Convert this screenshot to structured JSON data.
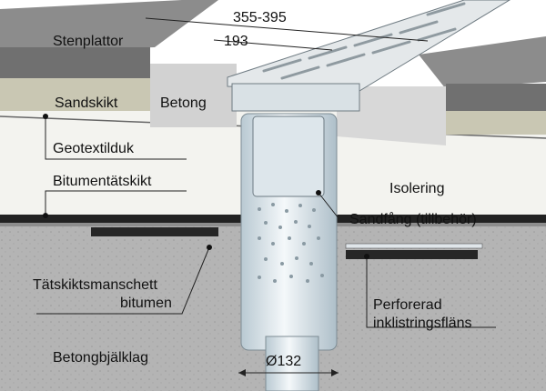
{
  "dimensions": {
    "width_range": "355-395",
    "inner_width": "193",
    "pipe_diameter": "Ø132"
  },
  "labels": {
    "stenplattor": "Stenplattor",
    "sandskikt": "Sandskikt",
    "betong": "Betong",
    "geotextilduk": "Geotextilduk",
    "bitumentatskikt": "Bitumentätskikt",
    "isolering": "Isolering",
    "sandfang": "Sandfång (tillbehör)",
    "tatskiktsmanschett_line1": "Tätskiktsmanschett",
    "tatskiktsmanschett_line2": "bitumen",
    "perforerad_line1": "Perforerad",
    "perforerad_line2": "inklistringsfläns",
    "betongbjalklag": "Betongbjälklag"
  },
  "colors": {
    "stone": "#707070",
    "stone_top": "#8c8c8c",
    "sand": "#c9c7b3",
    "concrete": "#d2d2d2",
    "insulation": "#f3f3ef",
    "slab": "#bcbcbc",
    "drain": "#e8f0f4",
    "grate": "#e4e8ea"
  }
}
